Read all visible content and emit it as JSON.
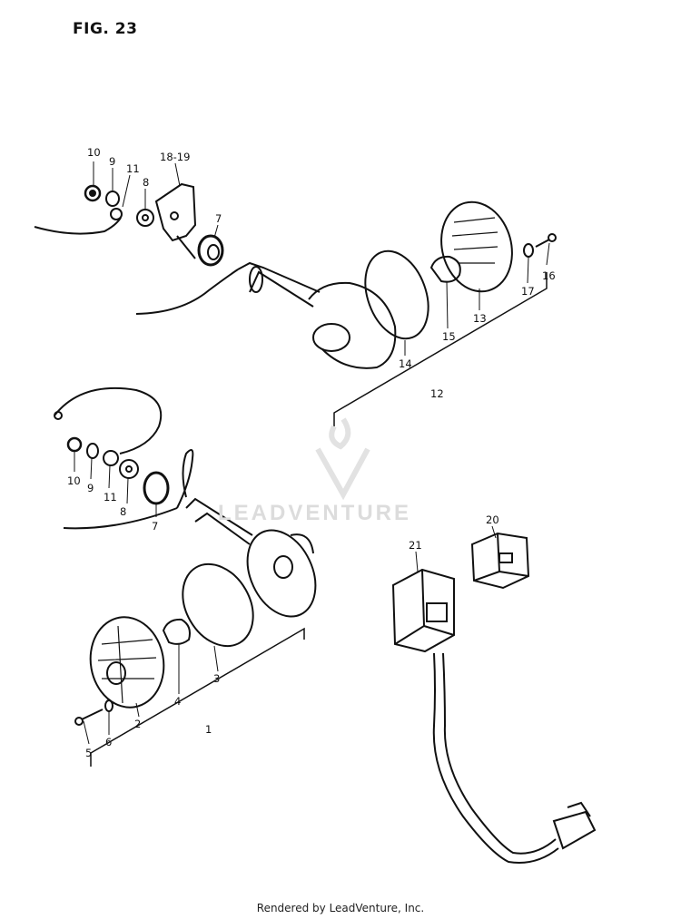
{
  "figure": {
    "title": "FIG. 23",
    "footer": "Rendered by LeadVenture, Inc.",
    "watermark": "LEADVENTURE"
  },
  "callouts": {
    "c10a": "10",
    "c9a": "9",
    "c11a": "11",
    "c8a": "8",
    "c1819": "18-19",
    "c7a": "7",
    "c16": "16",
    "c17": "17",
    "c13": "13",
    "c15": "15",
    "c14": "14",
    "c12": "12",
    "c10b": "10",
    "c9b": "9",
    "c11b": "11",
    "c8b": "8",
    "c7b": "7",
    "c20": "20",
    "c21": "21",
    "c5": "5",
    "c6": "6",
    "c2": "2",
    "c4": "4",
    "c3": "3",
    "c1": "1"
  }
}
